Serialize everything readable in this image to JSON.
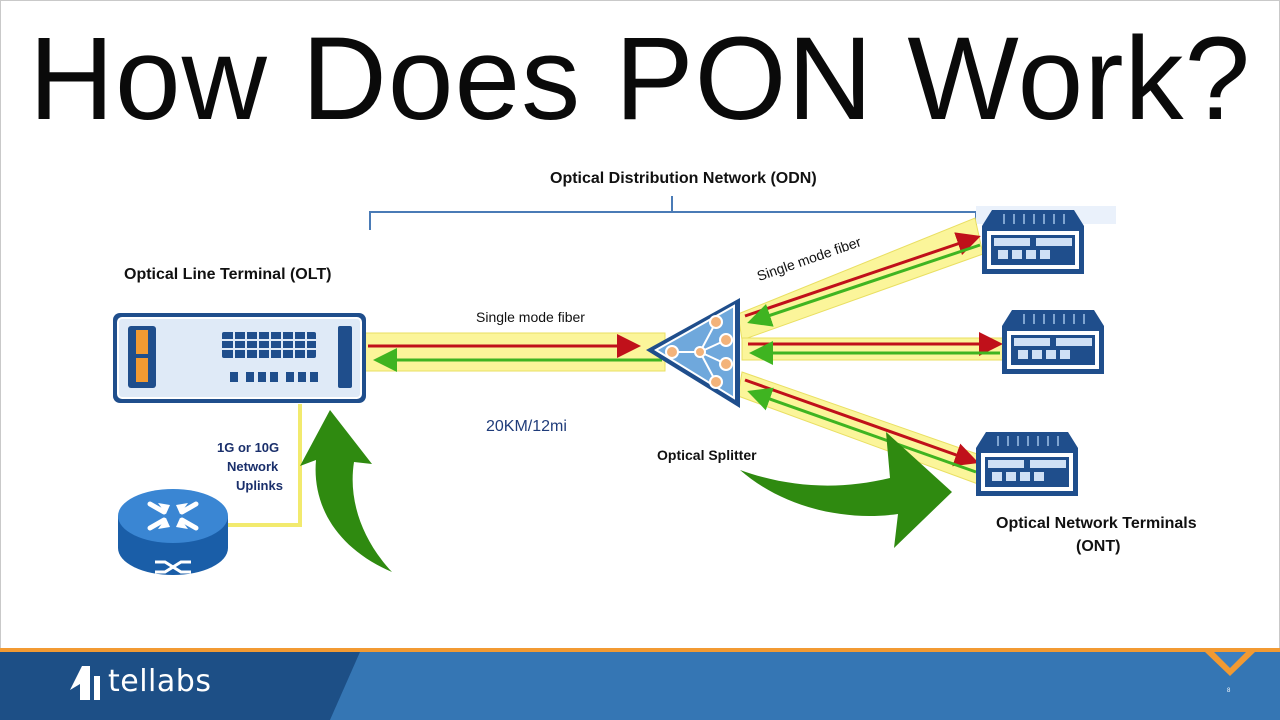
{
  "slide": {
    "title": "How Does PON Work?",
    "slide_number": "8"
  },
  "diagram": {
    "odn_label": "Optical Distribution Network (ODN)",
    "olt_label": "Optical Line Terminal (OLT)",
    "fiber_label_main": "Single mode fiber",
    "fiber_label_branch": "Single mode fiber",
    "distance_label": "20KM/12mi",
    "splitter_label": "Optical Splitter",
    "uplink_label": [
      "1G or 10G",
      "Network",
      "Uplinks"
    ],
    "ont_label": [
      "Optical Network Terminals",
      "(ONT)"
    ]
  },
  "footer": {
    "brand": "tellabs"
  },
  "colors": {
    "device_blue": "#1f4e8c",
    "fiber_yellow": "#fbf59a",
    "downstream_red": "#c0101a",
    "upstream_green": "#3fb421",
    "arrow_green": "#2f8a10",
    "footer_blue": "#2d6aa6"
  }
}
